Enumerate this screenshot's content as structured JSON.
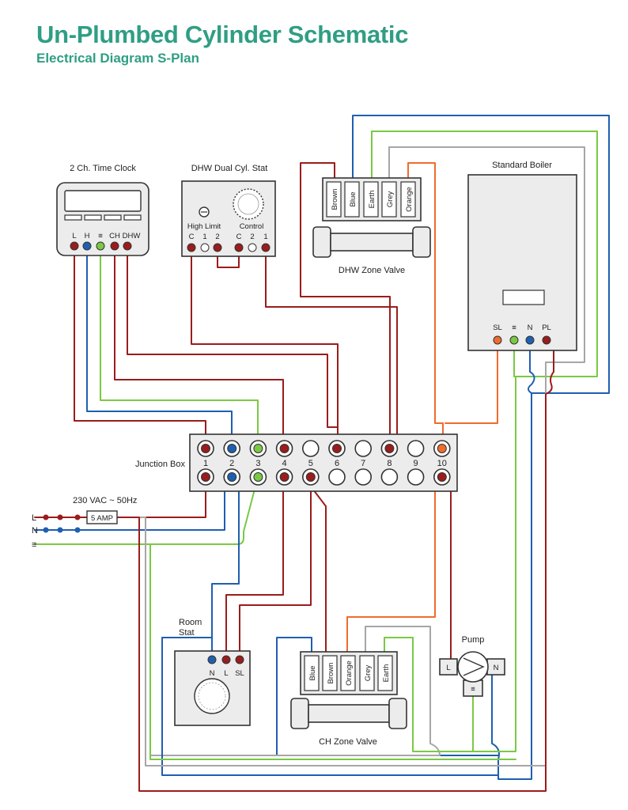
{
  "title": "Un-Plumbed Cylinder Schematic",
  "subtitle": "Electrical Diagram S-Plan",
  "components": {
    "time_clock": {
      "label": "2 Ch. Time Clock",
      "terminals": [
        "L",
        "H",
        "≡",
        "CH",
        "DHW"
      ]
    },
    "cyl_stat": {
      "label": "DHW Dual Cyl. Stat",
      "high_limit": "High Limit",
      "control": "Control",
      "terminals": [
        "C",
        "1",
        "2",
        "C",
        "2",
        "1"
      ]
    },
    "dhw_valve": {
      "label": "DHW Zone Valve",
      "wires": [
        "Brown",
        "Blue",
        "Earth",
        "Grey",
        "Orange"
      ]
    },
    "boiler": {
      "label": "Standard Boiler",
      "terminals": [
        "SL",
        "≡",
        "N",
        "PL"
      ]
    },
    "junction_box": {
      "label": "Junction Box",
      "terminals": [
        "1",
        "2",
        "3",
        "4",
        "5",
        "6",
        "7",
        "8",
        "9",
        "10"
      ]
    },
    "supply": {
      "voltage": "230 VAC ~ 50Hz",
      "fuse": "5 AMP",
      "lines": [
        "L",
        "N",
        "≡"
      ]
    },
    "room_stat": {
      "label_line1": "Room",
      "label_line2": "Stat",
      "terminals": [
        "N",
        "L",
        "SL"
      ]
    },
    "ch_valve": {
      "label": "CH Zone Valve",
      "wires": [
        "Blue",
        "Brown",
        "Orange",
        "Grey",
        "Earth"
      ]
    },
    "pump": {
      "label": "Pump",
      "terminals": [
        "L",
        "N"
      ]
    }
  },
  "colors": {
    "title": "#2f9e84",
    "live": "#9b1c1c",
    "neutral": "#1f5fb0",
    "earth": "#7ac943",
    "switched": "#ef6b2d",
    "grey": "#a6a6a6"
  }
}
